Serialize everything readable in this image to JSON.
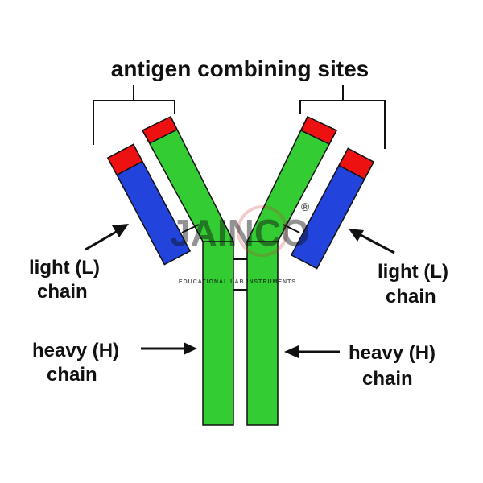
{
  "title": "antigen combining sites",
  "labels": {
    "light_left_line1": "light (L)",
    "light_left_line2": "chain",
    "light_right_line1": "light (L)",
    "light_right_line2": "chain",
    "heavy_left_line1": "heavy (H)",
    "heavy_left_line2": "chain",
    "heavy_right_line1": "heavy (H)",
    "heavy_right_line2": "chain"
  },
  "watermark": {
    "brand": "JAINCO",
    "registered": "®",
    "tagline": "EDUCATIONAL LAB INSTRUMENTS"
  },
  "colors": {
    "heavy_chain": "#33cc33",
    "light_chain": "#2244dd",
    "variable_region": "#ee1111",
    "outline": "#111111"
  }
}
